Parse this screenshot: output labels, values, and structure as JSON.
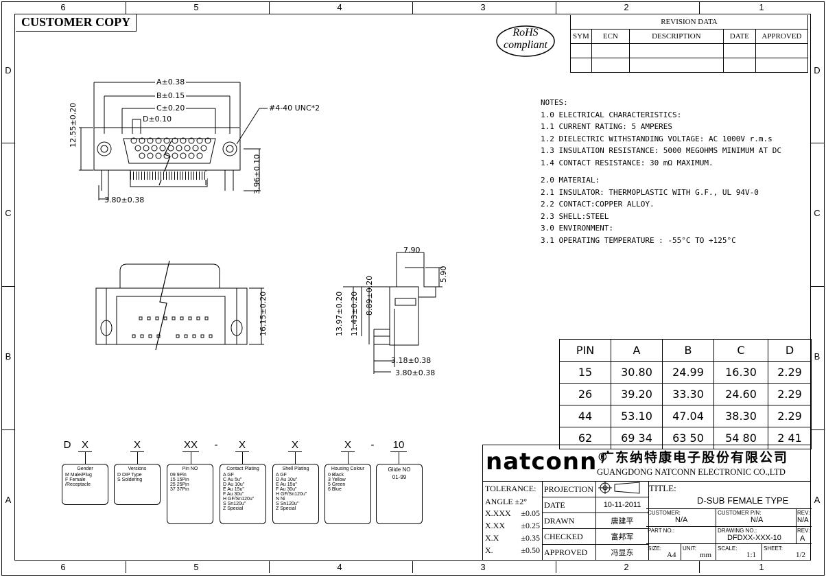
{
  "border": {
    "columns": [
      "6",
      "5",
      "4",
      "3",
      "2",
      "1"
    ],
    "rows": [
      "D",
      "C",
      "B",
      "A"
    ]
  },
  "customer_copy": "CUSTOMER COPY",
  "rohs": {
    "line1": "RoHS",
    "line2": "compliant"
  },
  "revision": {
    "title": "REVISION DATA",
    "headers": [
      "SYM",
      "ECN",
      "DESCRIPTION",
      "DATE",
      "APPROVED"
    ]
  },
  "notes": [
    "NOTES:",
    "1.0  ELECTRICAL CHARACTERISTICS:",
    "1.1  CURRENT RATING: 5 AMPERES",
    "1.2  DIELECTRIC WITHSTANDING VOLTAGE: AC 1000V r.m.s",
    "1.3  INSULATION RESISTANCE: 5000 MEGOHMS MINIMUM  AT  DC",
    "1.4  CONTACT RESISTANCE: 30 mΩ  MAXIMUM.",
    "",
    "2.0  MATERIAL:",
    "2.1  INSULATOR: THERMOPLASTIC WITH G.F., UL 94V-0",
    "2.2  CONTACT:COPPER ALLOY.",
    "2.3 SHELL:STEEL",
    "3.0  ENVIRONMENT:",
    "3.1  OPERATING TEMPERATURE : -55°C TO +125°C"
  ],
  "dims": {
    "a": "A±0.38",
    "b": "B±0.15",
    "c": "C±0.20",
    "d": "D±0.10",
    "thread": "#4-40 UNC*2",
    "h1": "12.55±0.20",
    "h2": "3.96±0.10",
    "w1": "3.80±0.38",
    "h3": "16.15±0.20",
    "s1": "7.90",
    "s2": "5.90",
    "s3": "13.97±0.20",
    "s4": "11.43±0.20",
    "s5": "8.89±0.20",
    "s6": "3.18±0.38",
    "s7": "3.80±0.38"
  },
  "pin_table": {
    "headers": [
      "PIN",
      "A",
      "B",
      "C",
      "D"
    ],
    "rows": [
      [
        "15",
        "30.80",
        "24.99",
        "16.30",
        "2.29"
      ],
      [
        "26",
        "39.20",
        "33.30",
        "24.60",
        "2.29"
      ],
      [
        "44",
        "53.10",
        "47.04",
        "38.30",
        "2.29"
      ],
      [
        "62",
        "69 34",
        "63 50",
        "54 80",
        "2 41"
      ]
    ]
  },
  "ordering": {
    "codes": [
      "D",
      "X",
      "X",
      "XX",
      "-",
      "X",
      "X",
      "X",
      "-",
      "10"
    ],
    "boxes": [
      {
        "title": "Gender",
        "lines": [
          "M   Male/Plug",
          "F   Female",
          "     /Receptacle"
        ]
      },
      {
        "title": "Versions",
        "lines": [
          "D   DIP Type",
          "S   Soldering"
        ]
      },
      {
        "title": "Pin NO",
        "lines": [
          "09   9Pin",
          "15   15Pin",
          "25   25Pin",
          "37   37Pin"
        ]
      },
      {
        "title": "Contact Plating",
        "lines": [
          "A   GF",
          "C   Au 5u\"",
          "D   Au 10u\"",
          "E   Au 15u\"",
          "F   Au 30u\"",
          "H   GF/Sn120u\"",
          "S   Sn120u\"",
          "Z   Special"
        ]
      },
      {
        "title": "Shell Plating",
        "lines": [
          "A   GF",
          "D   Au 10u\"",
          "E   Au 15u\"",
          "F   Au 30u\"",
          "H   GF/Sn120u\"",
          "N   Ni",
          "S   Sn120u\"",
          "Z   Special"
        ]
      },
      {
        "title": "Housing Colour",
        "lines": [
          "0   Black",
          "3   Yellow",
          "5   Green",
          "6   Blue"
        ]
      },
      {
        "title": "Glide NO",
        "lines": [
          "01-99"
        ]
      }
    ]
  },
  "company": {
    "brand": "natconn",
    "reg": "®",
    "chinese": "广东纳特康电子股份有限公司",
    "english": "GUANGDONG NATCONN ELECTRONIC CO.,LTD"
  },
  "title_block": {
    "tolerance": "TOLERANCE:",
    "angle": "ANGLE ±2°",
    "tol_rows": [
      [
        "X.XXX",
        "±0.05"
      ],
      [
        "X.XX",
        "±0.25"
      ],
      [
        "X.X",
        "±0.35"
      ],
      [
        "X.",
        "±0.50"
      ]
    ],
    "projection": "PROJECTION",
    "date_label": "DATE",
    "date": "10-11-2011",
    "drawn_label": "DRAWN",
    "drawn": "唐建平",
    "checked_label": "CHECKED",
    "checked": "富邦军",
    "approved_label": "APPROVED",
    "approved": "冯显东",
    "title_label": "TITLE:",
    "title": "D-SUB  FEMALE TYPE",
    "customer_label": "CUSTOMER:",
    "customer": "N/A",
    "cust_pn_label": "CUSTOMER P/N:",
    "cust_pn": "N/A",
    "rev_label": "REV:",
    "rev1": "N/A",
    "part_label": "PART NO.:",
    "drawing_label": "DRAWING NO.:",
    "drawing": "DFDXX-XXX-10",
    "rev2": "A",
    "size_label": "SIZE:",
    "size": "A4",
    "unit_label": "UNIT:",
    "unit": "mm",
    "scale_label": "SCALE:",
    "scale": "1:1",
    "sheet_label": "SHEET:",
    "sheet": "1/2"
  }
}
